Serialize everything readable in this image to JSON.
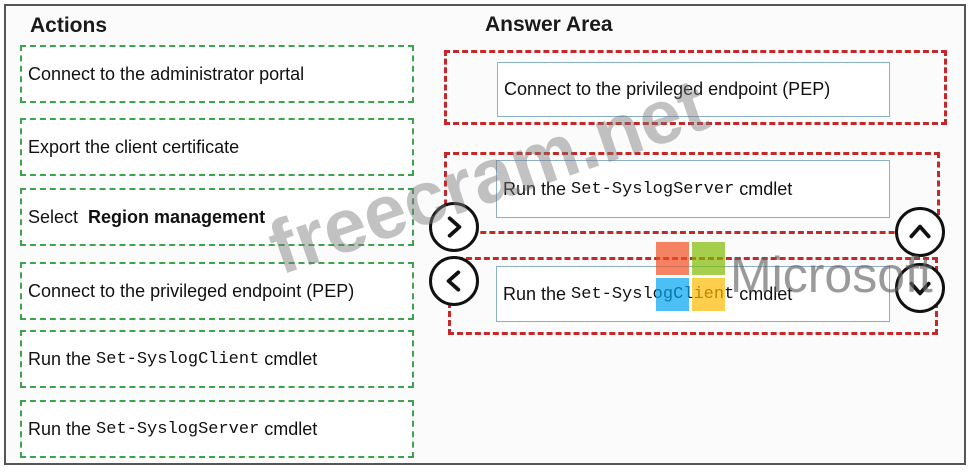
{
  "actions": {
    "heading": "Actions",
    "items": [
      {
        "parts": [
          {
            "t": "Connect to the administrator portal",
            "s": ""
          }
        ]
      },
      {
        "parts": [
          {
            "t": "Export the client certificate",
            "s": ""
          }
        ]
      },
      {
        "parts": [
          {
            "t": "Select  ",
            "s": ""
          },
          {
            "t": "Region management",
            "s": "bold"
          }
        ]
      },
      {
        "parts": [
          {
            "t": "Connect to the privileged endpoint (PEP)",
            "s": ""
          }
        ]
      },
      {
        "parts": [
          {
            "t": "Run the ",
            "s": ""
          },
          {
            "t": "Set-SyslogClient",
            "s": "mono"
          },
          {
            "t": " cmdlet",
            "s": ""
          }
        ]
      },
      {
        "parts": [
          {
            "t": "Run the ",
            "s": ""
          },
          {
            "t": "Set-SyslogServer",
            "s": "mono"
          },
          {
            "t": " cmdlet",
            "s": ""
          }
        ]
      }
    ]
  },
  "answer_area": {
    "heading": "Answer Area",
    "items": [
      {
        "parts": [
          {
            "t": "Connect to the privileged endpoint (PEP)",
            "s": ""
          }
        ]
      },
      {
        "parts": [
          {
            "t": "Run the ",
            "s": ""
          },
          {
            "t": "Set-SyslogServer",
            "s": "mono"
          },
          {
            "t": " cmdlet",
            "s": ""
          }
        ]
      },
      {
        "parts": [
          {
            "t": "Run the ",
            "s": ""
          },
          {
            "t": "Set-SyslogClient",
            "s": "mono"
          },
          {
            "t": " cmdlet",
            "s": ""
          }
        ]
      }
    ]
  },
  "controls": {
    "move_right_icon": "chevron-right-icon",
    "move_left_icon": "chevron-left-icon",
    "move_up_icon": "chevron-up-icon",
    "move_down_icon": "chevron-down-icon"
  },
  "watermark": {
    "text": "freecram.net",
    "brand": "Microsoft"
  },
  "colors": {
    "action_border": "#3fa34d",
    "answer_slot_border": "#c62828",
    "ms_red": "#f25022",
    "ms_green": "#7fba00",
    "ms_blue": "#00a4ef",
    "ms_yellow": "#ffb900"
  }
}
